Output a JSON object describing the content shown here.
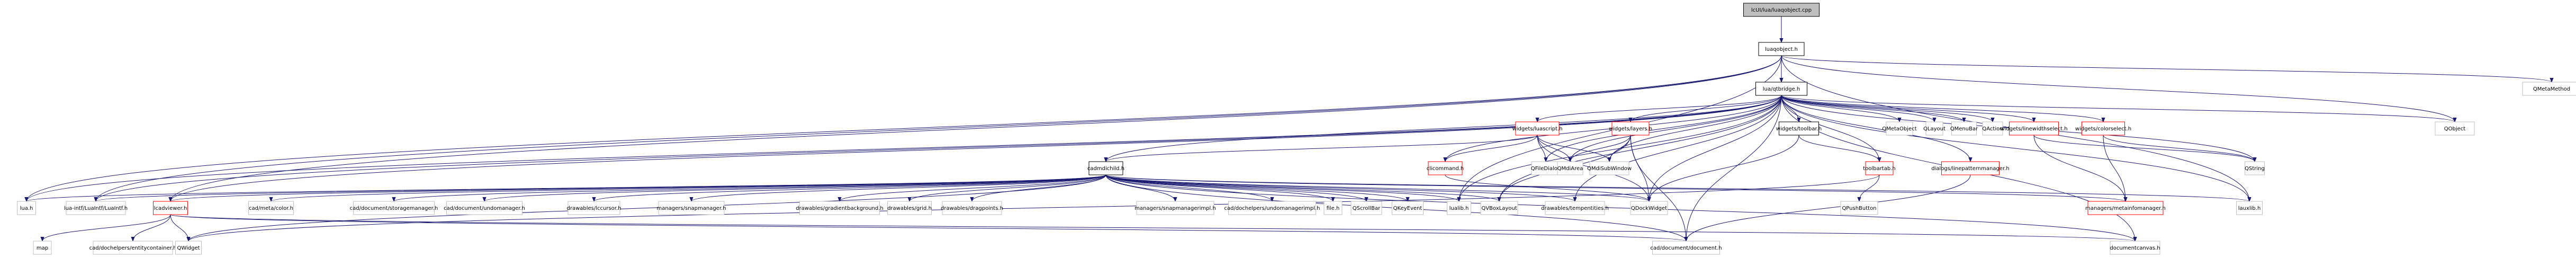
{
  "title": "lcUI/lua/luaqobject.cpp include dependency graph",
  "colors": {
    "edge": "#191970",
    "root_fill": "#bfbfbf",
    "root_border": "#000000",
    "documented_border": "#000000",
    "truncated_border": "#ff0000",
    "external_border": "#bfbfbf"
  },
  "nodes": [
    {
      "id": "root",
      "label": "lcUI/lua/luaqobject.cpp",
      "kind": "root"
    },
    {
      "id": "luaqobject_h",
      "label": "luaqobject.h",
      "kind": "documented"
    },
    {
      "id": "qtbridge_h",
      "label": "lua/qtbridge.h",
      "kind": "documented"
    },
    {
      "id": "QMetaMethod",
      "label": "QMetaMethod",
      "kind": "external"
    },
    {
      "id": "luascript_h",
      "label": "widgets/luascript.h",
      "kind": "truncated"
    },
    {
      "id": "layers_h",
      "label": "widgets/layers.h",
      "kind": "truncated"
    },
    {
      "id": "toolbar_h",
      "label": "widgets/toolbar.h",
      "kind": "documented"
    },
    {
      "id": "QMetaObject",
      "label": "QMetaObject",
      "kind": "external"
    },
    {
      "id": "QLayout",
      "label": "QLayout",
      "kind": "external"
    },
    {
      "id": "QMenuBar",
      "label": "QMenuBar",
      "kind": "external"
    },
    {
      "id": "QAction",
      "label": "QAction",
      "kind": "external"
    },
    {
      "id": "linewidthselect_h",
      "label": "widgets/linewidthselect.h",
      "kind": "truncated"
    },
    {
      "id": "colorselect_h",
      "label": "widgets/colorselect.h",
      "kind": "truncated"
    },
    {
      "id": "QObject",
      "label": "QObject",
      "kind": "external"
    },
    {
      "id": "cadmdichild_h",
      "label": "cadmdichild.h",
      "kind": "documented"
    },
    {
      "id": "clicommand_h",
      "label": "clicommand.h",
      "kind": "truncated"
    },
    {
      "id": "QFileDialog",
      "label": "QFileDialog",
      "kind": "external"
    },
    {
      "id": "QMdiArea",
      "label": "QMdiArea",
      "kind": "external"
    },
    {
      "id": "QMdiSubWindow",
      "label": "QMdiSubWindow",
      "kind": "external"
    },
    {
      "id": "toolbartab_h",
      "label": "toolbartab.h",
      "kind": "truncated"
    },
    {
      "id": "linepatternmanager_h",
      "label": "dialogs/linepatternmanager.h",
      "kind": "truncated"
    },
    {
      "id": "QString",
      "label": "QString",
      "kind": "external"
    },
    {
      "id": "lua_h",
      "label": "lua.h",
      "kind": "external"
    },
    {
      "id": "luaintf_h",
      "label": "lua-intf/LuaIntf/LuaIntf.h",
      "kind": "external"
    },
    {
      "id": "lcadviewer_h",
      "label": "lcadviewer.h",
      "kind": "truncated"
    },
    {
      "id": "color_h",
      "label": "cad/meta/color.h",
      "kind": "external"
    },
    {
      "id": "storagemanager_h",
      "label": "cad/document/storagemanager.h",
      "kind": "external"
    },
    {
      "id": "undomanager_h",
      "label": "cad/document/undomanager.h",
      "kind": "external"
    },
    {
      "id": "lccursor_h",
      "label": "drawables/lccursor.h",
      "kind": "external"
    },
    {
      "id": "snapmanager_h",
      "label": "managers/snapmanager.h",
      "kind": "external"
    },
    {
      "id": "gradientbackground_h",
      "label": "drawables/gradientbackground.h",
      "kind": "external"
    },
    {
      "id": "grid_h",
      "label": "drawables/grid.h",
      "kind": "external"
    },
    {
      "id": "dragpoints_h",
      "label": "drawables/dragpoints.h",
      "kind": "external"
    },
    {
      "id": "snapmanagerimpl_h",
      "label": "managers/snapmanagerimpl.h",
      "kind": "external"
    },
    {
      "id": "undomanagerimpl_h",
      "label": "cad/dochelpers/undomanagerimpl.h",
      "kind": "external"
    },
    {
      "id": "file_h",
      "label": "file.h",
      "kind": "external"
    },
    {
      "id": "QScrollBar",
      "label": "QScrollBar",
      "kind": "external"
    },
    {
      "id": "QKeyEvent",
      "label": "QKeyEvent",
      "kind": "external"
    },
    {
      "id": "lualib_h",
      "label": "lualib.h",
      "kind": "external"
    },
    {
      "id": "QVBoxLayout",
      "label": "QVBoxLayout",
      "kind": "external"
    },
    {
      "id": "tempentities_h",
      "label": "drawables/tempentities.h",
      "kind": "external"
    },
    {
      "id": "QDockWidget",
      "label": "QDockWidget",
      "kind": "external"
    },
    {
      "id": "QPushButton",
      "label": "QPushButton",
      "kind": "external"
    },
    {
      "id": "metainfomanager_h",
      "label": "managers/metainfomanager.h",
      "kind": "truncated"
    },
    {
      "id": "lauxlib_h",
      "label": "lauxlib.h",
      "kind": "external"
    },
    {
      "id": "map",
      "label": "map",
      "kind": "external"
    },
    {
      "id": "entitycontainer_h",
      "label": "cad/dochelpers/entitycontainer.h",
      "kind": "external"
    },
    {
      "id": "QWidget",
      "label": "QWidget",
      "kind": "external"
    },
    {
      "id": "document_h",
      "label": "cad/document/document.h",
      "kind": "external"
    },
    {
      "id": "documentcanvas_h",
      "label": "documentcanvas.h",
      "kind": "external"
    }
  ],
  "edges": [
    [
      "root",
      "luaqobject_h"
    ],
    [
      "luaqobject_h",
      "qtbridge_h"
    ],
    [
      "luaqobject_h",
      "QMetaMethod"
    ],
    [
      "luaqobject_h",
      "lua_h"
    ],
    [
      "luaqobject_h",
      "luaintf_h"
    ],
    [
      "luaqobject_h",
      "lcadviewer_h"
    ],
    [
      "luaqobject_h",
      "QObject"
    ],
    [
      "luaqobject_h",
      "lauxlib_h"
    ],
    [
      "luaqobject_h",
      "lualib_h"
    ],
    [
      "qtbridge_h",
      "luascript_h"
    ],
    [
      "qtbridge_h",
      "layers_h"
    ],
    [
      "qtbridge_h",
      "toolbar_h"
    ],
    [
      "qtbridge_h",
      "QMetaObject"
    ],
    [
      "qtbridge_h",
      "QLayout"
    ],
    [
      "qtbridge_h",
      "QMenuBar"
    ],
    [
      "qtbridge_h",
      "QAction"
    ],
    [
      "qtbridge_h",
      "linewidthselect_h"
    ],
    [
      "qtbridge_h",
      "colorselect_h"
    ],
    [
      "qtbridge_h",
      "QObject"
    ],
    [
      "qtbridge_h",
      "cadmdichild_h"
    ],
    [
      "qtbridge_h",
      "clicommand_h"
    ],
    [
      "qtbridge_h",
      "QFileDialog"
    ],
    [
      "qtbridge_h",
      "QMdiArea"
    ],
    [
      "qtbridge_h",
      "QMdiSubWindow"
    ],
    [
      "qtbridge_h",
      "toolbartab_h"
    ],
    [
      "qtbridge_h",
      "linepatternmanager_h"
    ],
    [
      "qtbridge_h",
      "QString"
    ],
    [
      "qtbridge_h",
      "lua_h"
    ],
    [
      "qtbridge_h",
      "luaintf_h"
    ],
    [
      "qtbridge_h",
      "lcadviewer_h"
    ],
    [
      "qtbridge_h",
      "lualib_h"
    ],
    [
      "qtbridge_h",
      "QDockWidget"
    ],
    [
      "qtbridge_h",
      "tempentities_h"
    ],
    [
      "qtbridge_h",
      "lauxlib_h"
    ],
    [
      "qtbridge_h",
      "documentcanvas_h"
    ],
    [
      "qtbridge_h",
      "document_h"
    ],
    [
      "qtbridge_h",
      "QVBoxLayout"
    ],
    [
      "luascript_h",
      "cadmdichild_h"
    ],
    [
      "luascript_h",
      "clicommand_h"
    ],
    [
      "luascript_h",
      "QFileDialog"
    ],
    [
      "luascript_h",
      "QMdiArea"
    ],
    [
      "luascript_h",
      "QMdiSubWindow"
    ],
    [
      "luascript_h",
      "QDockWidget"
    ],
    [
      "layers_h",
      "QMdiArea"
    ],
    [
      "layers_h",
      "QMdiSubWindow"
    ],
    [
      "layers_h",
      "QDockWidget"
    ],
    [
      "layers_h",
      "document_h"
    ],
    [
      "layers_h",
      "QVBoxLayout"
    ],
    [
      "toolbar_h",
      "toolbartab_h"
    ],
    [
      "toolbar_h",
      "QDockWidget"
    ],
    [
      "toolbartab_h",
      "QPushButton"
    ],
    [
      "toolbartab_h",
      "QWidget"
    ],
    [
      "linepatternmanager_h",
      "document_h"
    ],
    [
      "linewidthselect_h",
      "QString"
    ],
    [
      "linewidthselect_h",
      "metainfomanager_h"
    ],
    [
      "colorselect_h",
      "QString"
    ],
    [
      "colorselect_h",
      "metainfomanager_h"
    ],
    [
      "cadmdichild_h",
      "lua_h"
    ],
    [
      "cadmdichild_h",
      "luaintf_h"
    ],
    [
      "cadmdichild_h",
      "lcadviewer_h"
    ],
    [
      "cadmdichild_h",
      "color_h"
    ],
    [
      "cadmdichild_h",
      "storagemanager_h"
    ],
    [
      "cadmdichild_h",
      "undomanager_h"
    ],
    [
      "cadmdichild_h",
      "lccursor_h"
    ],
    [
      "cadmdichild_h",
      "snapmanager_h"
    ],
    [
      "cadmdichild_h",
      "gradientbackground_h"
    ],
    [
      "cadmdichild_h",
      "grid_h"
    ],
    [
      "cadmdichild_h",
      "dragpoints_h"
    ],
    [
      "cadmdichild_h",
      "snapmanagerimpl_h"
    ],
    [
      "cadmdichild_h",
      "undomanagerimpl_h"
    ],
    [
      "cadmdichild_h",
      "file_h"
    ],
    [
      "cadmdichild_h",
      "QScrollBar"
    ],
    [
      "cadmdichild_h",
      "QKeyEvent"
    ],
    [
      "cadmdichild_h",
      "lualib_h"
    ],
    [
      "cadmdichild_h",
      "QVBoxLayout"
    ],
    [
      "cadmdichild_h",
      "tempentities_h"
    ],
    [
      "cadmdichild_h",
      "QDockWidget"
    ],
    [
      "cadmdichild_h",
      "metainfomanager_h"
    ],
    [
      "cadmdichild_h",
      "lauxlib_h"
    ],
    [
      "cadmdichild_h",
      "QWidget"
    ],
    [
      "cadmdichild_h",
      "document_h"
    ],
    [
      "cadmdichild_h",
      "documentcanvas_h"
    ],
    [
      "clicommand_h",
      "QDockWidget"
    ],
    [
      "lcadviewer_h",
      "map"
    ],
    [
      "lcadviewer_h",
      "entitycontainer_h"
    ],
    [
      "lcadviewer_h",
      "QWidget"
    ],
    [
      "lcadviewer_h",
      "document_h"
    ],
    [
      "lcadviewer_h",
      "documentcanvas_h"
    ]
  ]
}
